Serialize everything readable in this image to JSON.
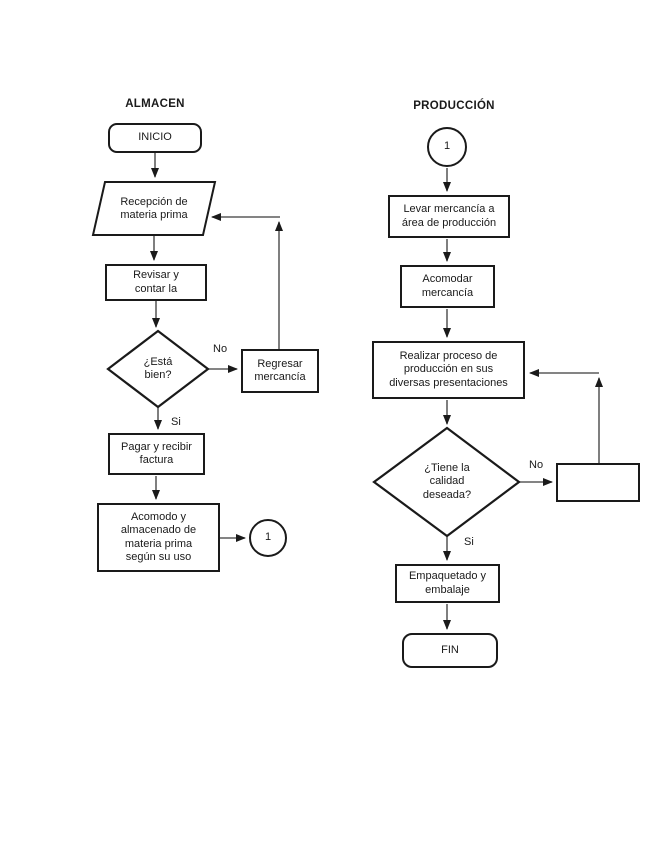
{
  "page": {
    "ink_color": "#1a1a1a",
    "line_color": "#3a3a3a",
    "background_color": "#ffffff"
  },
  "almacen": {
    "title": "ALMACEN",
    "start": "INICIO",
    "recepcion": "Recepción de\nmateria prima",
    "revisar": "Revisar y\ncontar la",
    "decision": "¿Está\nbien?",
    "no_label": "No",
    "si_label": "Si",
    "regresar": "Regresar\nmercancía",
    "pagar": "Pagar y recibir\nfactura",
    "acomodo": "Acomodo y\nalmacenado de\nmateria prima\nsegún su uso",
    "connector": "1"
  },
  "produccion": {
    "title": "PRODUCCIÓN",
    "connector": "1",
    "levar": "Levar mercancía a\nárea de producción",
    "acomodar": "Acomodar\nmercancía",
    "realizar": "Realizar proceso de\nproducción en sus\ndiversas presentaciones",
    "decision": "¿Tiene la\ncalidad\ndeseada?",
    "no_label": "No",
    "si_label": "Si",
    "empaquetado": "Empaquetado y\nembalaje",
    "fin": "FIN"
  }
}
